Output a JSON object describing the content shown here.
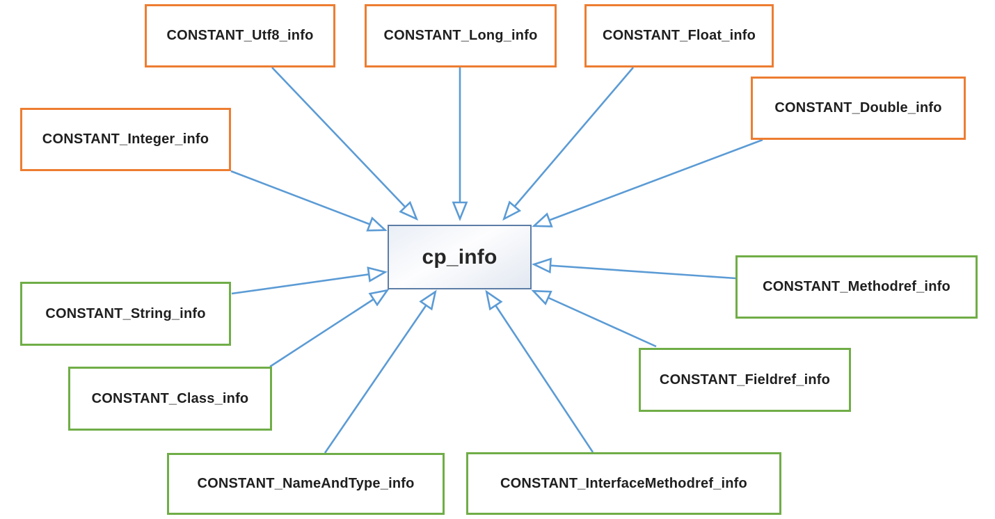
{
  "diagram": {
    "title": "Constant pool entry types pointing to cp_info",
    "center": {
      "id": "cp_info",
      "label": "cp_info"
    },
    "nodes": [
      {
        "id": "utf8",
        "label": "CONSTANT_Utf8_info",
        "group": "orange"
      },
      {
        "id": "long",
        "label": "CONSTANT_Long_info",
        "group": "orange"
      },
      {
        "id": "float",
        "label": "CONSTANT_Float_info",
        "group": "orange"
      },
      {
        "id": "double",
        "label": "CONSTANT_Double_info",
        "group": "orange"
      },
      {
        "id": "integer",
        "label": "CONSTANT_Integer_info",
        "group": "orange"
      },
      {
        "id": "string",
        "label": "CONSTANT_String_info",
        "group": "green"
      },
      {
        "id": "class",
        "label": "CONSTANT_Class_info",
        "group": "green"
      },
      {
        "id": "nameandtype",
        "label": "CONSTANT_NameAndType_info",
        "group": "green"
      },
      {
        "id": "interfacemethodref",
        "label": "CONSTANT_InterfaceMethodref_info",
        "group": "green"
      },
      {
        "id": "methodref",
        "label": "CONSTANT_Methodref_info",
        "group": "green"
      },
      {
        "id": "fieldref",
        "label": "CONSTANT_Fieldref_info",
        "group": "green"
      }
    ],
    "edges": [
      {
        "from": "CONSTANT_Utf8_info",
        "to": "cp_info"
      },
      {
        "from": "CONSTANT_Long_info",
        "to": "cp_info"
      },
      {
        "from": "CONSTANT_Float_info",
        "to": "cp_info"
      },
      {
        "from": "CONSTANT_Double_info",
        "to": "cp_info"
      },
      {
        "from": "CONSTANT_Integer_info",
        "to": "cp_info"
      },
      {
        "from": "CONSTANT_String_info",
        "to": "cp_info"
      },
      {
        "from": "CONSTANT_Class_info",
        "to": "cp_info"
      },
      {
        "from": "CONSTANT_NameAndType_info",
        "to": "cp_info"
      },
      {
        "from": "CONSTANT_InterfaceMethodref_info",
        "to": "cp_info"
      },
      {
        "from": "CONSTANT_Methodref_info",
        "to": "cp_info"
      },
      {
        "from": "CONSTANT_Fieldref_info",
        "to": "cp_info"
      }
    ],
    "colors": {
      "orange_border": "#ED7D31",
      "green_border": "#70AD47",
      "arrow_blue": "#5B9BD5",
      "center_border": "#5B7DA6",
      "text": "#1f1f1f"
    }
  }
}
